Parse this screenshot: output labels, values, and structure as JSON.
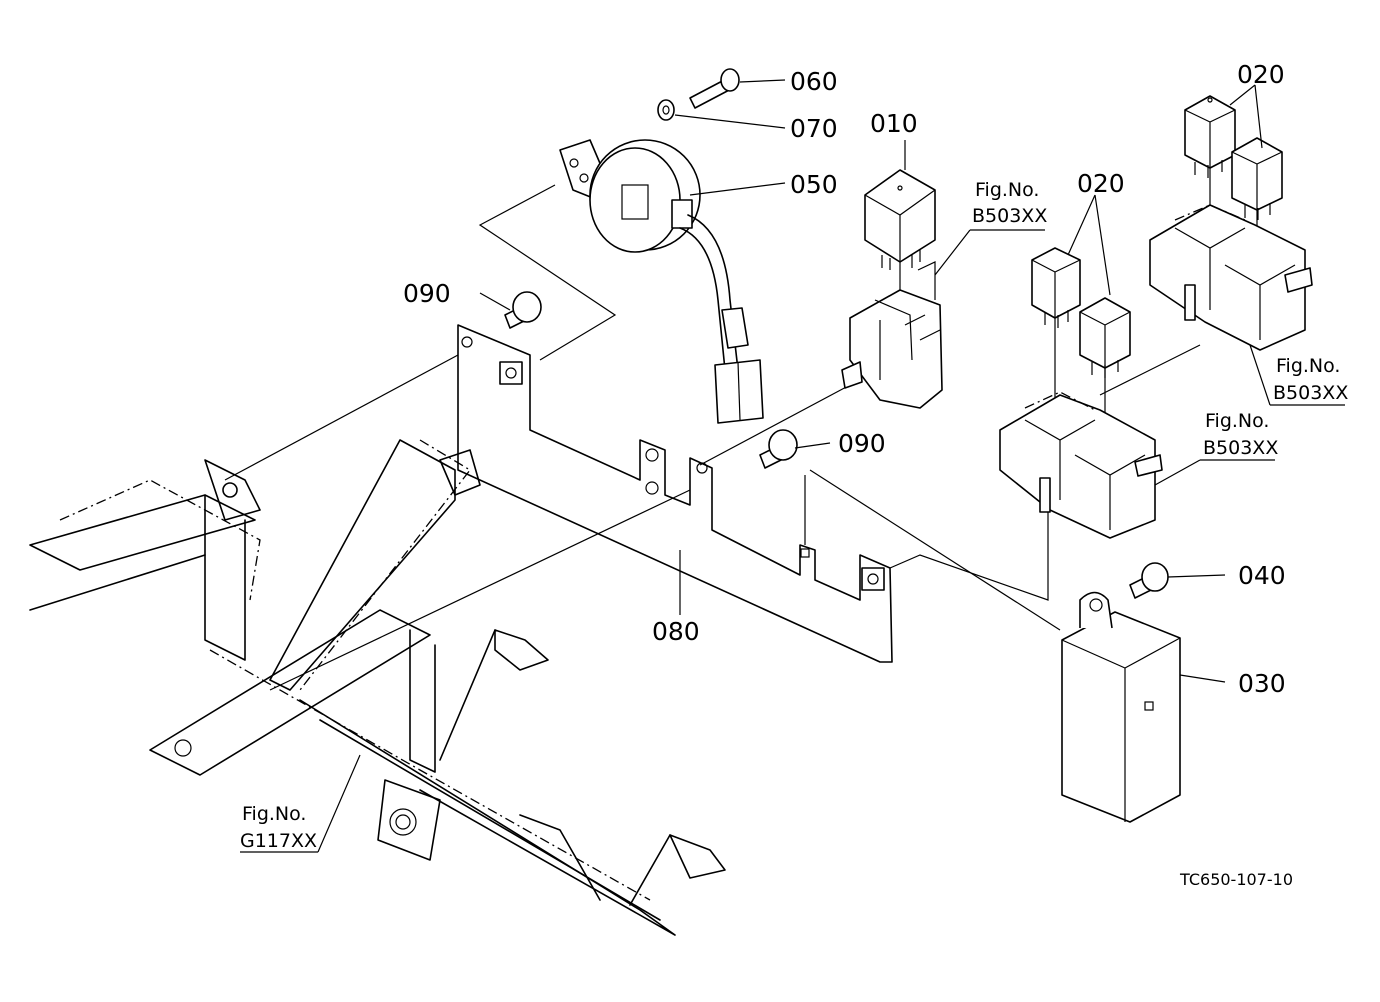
{
  "part_labels": {
    "p010": "010",
    "p020a": "020",
    "p020b": "020",
    "p030": "030",
    "p040": "040",
    "p050": "050",
    "p060": "060",
    "p070": "070",
    "p080": "080",
    "p090a": "090",
    "p090b": "090"
  },
  "figure_refs": {
    "ref1": {
      "line1": "Fig.No.",
      "line2": "B503XX"
    },
    "ref2": {
      "line1": "Fig.No.",
      "line2": "B503XX"
    },
    "ref3": {
      "line1": "Fig.No.",
      "line2": "B503XX"
    },
    "ref4": {
      "line1": "Fig.No.",
      "line2": "G117XX"
    }
  },
  "drawing_code": "TC650-107-10"
}
